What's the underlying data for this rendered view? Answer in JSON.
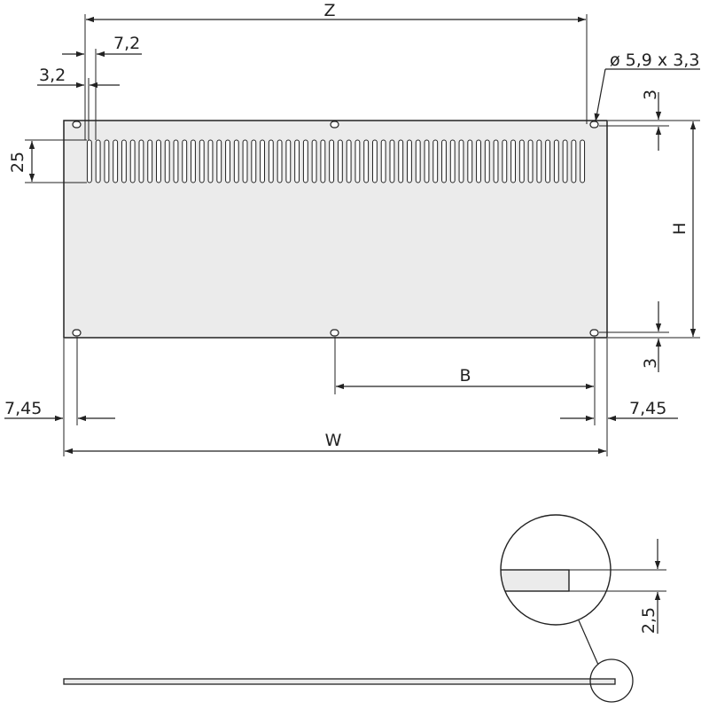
{
  "colors": {
    "panel_fill": "#ebebeb",
    "line": "#222222",
    "background": "#ffffff"
  },
  "slot_count": 58,
  "dimensions": {
    "z": "Z",
    "slot_pitch": "7,2",
    "slot_width": "3,2",
    "hole_spec": "ø 5,9 x 3,3",
    "top_offset": "3",
    "slot_height": "25",
    "h": "H",
    "bottom_offset": "3",
    "b": "B",
    "left_margin": "7,45",
    "right_margin": "7,45",
    "w": "W",
    "thickness": "2,5"
  }
}
